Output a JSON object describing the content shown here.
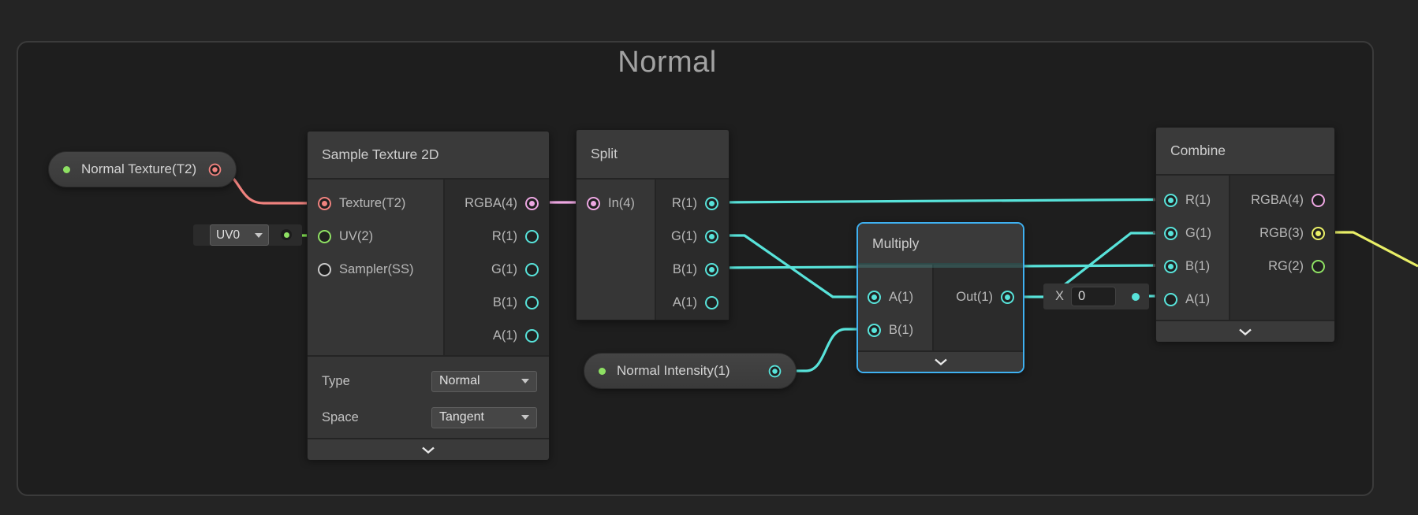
{
  "group": {
    "title": "Normal"
  },
  "nodes": {
    "sample_texture": {
      "title": "Sample Texture 2D",
      "inputs": [
        "Texture(T2)",
        "UV(2)",
        "Sampler(SS)"
      ],
      "outputs": [
        "RGBA(4)",
        "R(1)",
        "G(1)",
        "B(1)",
        "A(1)"
      ],
      "controls": [
        {
          "label": "Type",
          "value": "Normal"
        },
        {
          "label": "Space",
          "value": "Tangent"
        }
      ]
    },
    "split": {
      "title": "Split",
      "inputs": [
        "In(4)"
      ],
      "outputs": [
        "R(1)",
        "G(1)",
        "B(1)",
        "A(1)"
      ]
    },
    "multiply": {
      "title": "Multiply",
      "selected": true,
      "inputs": [
        "A(1)",
        "B(1)"
      ],
      "outputs": [
        "Out(1)"
      ]
    },
    "combine": {
      "title": "Combine",
      "inputs": [
        "R(1)",
        "G(1)",
        "B(1)",
        "A(1)"
      ],
      "outputs": [
        "RGBA(4)",
        "RGB(3)",
        "RG(2)"
      ]
    }
  },
  "properties": {
    "normal_texture": {
      "label": "Normal Texture(T2)"
    },
    "normal_intensity": {
      "label": "Normal Intensity(1)"
    }
  },
  "widgets": {
    "uv_dropdown": {
      "value": "UV0"
    },
    "x_field": {
      "label": "X",
      "value": "0"
    }
  },
  "colors": {
    "port_texture": "#ef827e",
    "port_vector2_green": "#8ee063",
    "port_vector4_pink": "#eda7e2",
    "port_float_cyan": "#58e3da",
    "port_vector3_yellow": "#e9ef67",
    "port_sampler_gray": "#c9c9c9",
    "selection_outline": "#3fb1f2",
    "group_border": "#3b3b3b"
  },
  "edges": [
    {
      "from": "Normal Texture(T2)",
      "to": "Sample Texture 2D.Texture(T2)",
      "color": "#ef827e"
    },
    {
      "from": "UV0",
      "to": "Sample Texture 2D.UV(2)",
      "color": "#8ee063"
    },
    {
      "from": "Sample Texture 2D.RGBA(4)",
      "to": "Split.In(4)",
      "color": "#eda7e2"
    },
    {
      "from": "Split.R(1)",
      "to": "Combine.R(1)",
      "color": "#58e3da"
    },
    {
      "from": "Split.G(1)",
      "to": "Multiply.A(1)",
      "color": "#58e3da"
    },
    {
      "from": "Split.B(1)",
      "to": "Combine.B(1)",
      "color": "#58e3da"
    },
    {
      "from": "Normal Intensity(1)",
      "to": "Multiply.B(1)",
      "color": "#58e3da"
    },
    {
      "from": "Multiply.Out(1)",
      "to": "Combine.G(1)",
      "color": "#58e3da"
    },
    {
      "from": "X 0",
      "to": "Combine.A(1)",
      "color": "#58e3da"
    },
    {
      "from": "Combine.RGB(3)",
      "to": "out-of-frame right",
      "color": "#e9ef67"
    }
  ]
}
